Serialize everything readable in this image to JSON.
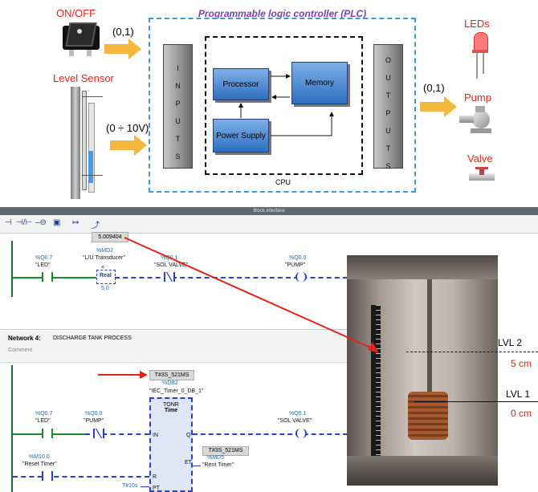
{
  "top": {
    "onoff_label": "ON/OFF",
    "onoff_signal": "(0,1)",
    "level_sensor_label": "Level Sensor",
    "level_signal": "(0 ÷ 10V)",
    "plc_title": "Programmable logic controller (PLC)",
    "inputs_letters": [
      "I",
      "N",
      "P",
      "U",
      "T",
      "S"
    ],
    "outputs_letters": [
      "O",
      "U",
      "T",
      "P",
      "U",
      "T",
      "S"
    ],
    "processor": "Processor",
    "memory": "Memory",
    "power_supply": "Power Supply",
    "cpu": "CPU",
    "out_signal": "(0,1)",
    "leds": "LEDs",
    "pump": "Pump",
    "valve": "Valve"
  },
  "editor": {
    "block_interface": "Block interface",
    "net3": {
      "value_box": "5.009404",
      "c1_addr": "%Q0.7",
      "c1_name": "\"LED\"",
      "c2_addr": "%MD2",
      "c2_name": "\"L/U Transducer\"",
      "c2_op": "<",
      "c2_type": "Real",
      "c2_val": "5.0",
      "c3_addr": "%Q0.1",
      "c3_name": "\"SOL VALVE\"",
      "coil_addr": "%Q0.0",
      "coil_name": "\"PUMP\""
    },
    "net4": {
      "title": "Network 4:",
      "desc": "DISCHARGE TANK PROCESS",
      "comment": "Comment",
      "timer_value": "T#3S_521MS",
      "db_addr": "%DB2",
      "db_name": "\"IEC_Timer_0_DB_1\"",
      "c1_addr": "%Q0.7",
      "c1_name": "\"LED\"",
      "c2_addr": "%Q0.0",
      "c2_name": "\"PUMP\"",
      "tonr": "TONR",
      "time": "Time",
      "in": "IN",
      "q": "Q",
      "r": "R",
      "et": "ET",
      "pt": "PT",
      "coil_addr": "%Q0.1",
      "coil_name": "\"SOL VALVE\"",
      "reset_addr": "%M10.0",
      "reset_name": "\"Reset Timer\"",
      "et_value": "T#3S_521MS",
      "et_addr": "%MD5",
      "et_name": "\"Rent Timer\"",
      "pt_value": "T#10s"
    }
  },
  "photo": {
    "lvl2": "LVL 2",
    "lvl2_cm": "5 cm",
    "lvl1": "LVL 1",
    "lvl1_cm": "0 cm"
  }
}
